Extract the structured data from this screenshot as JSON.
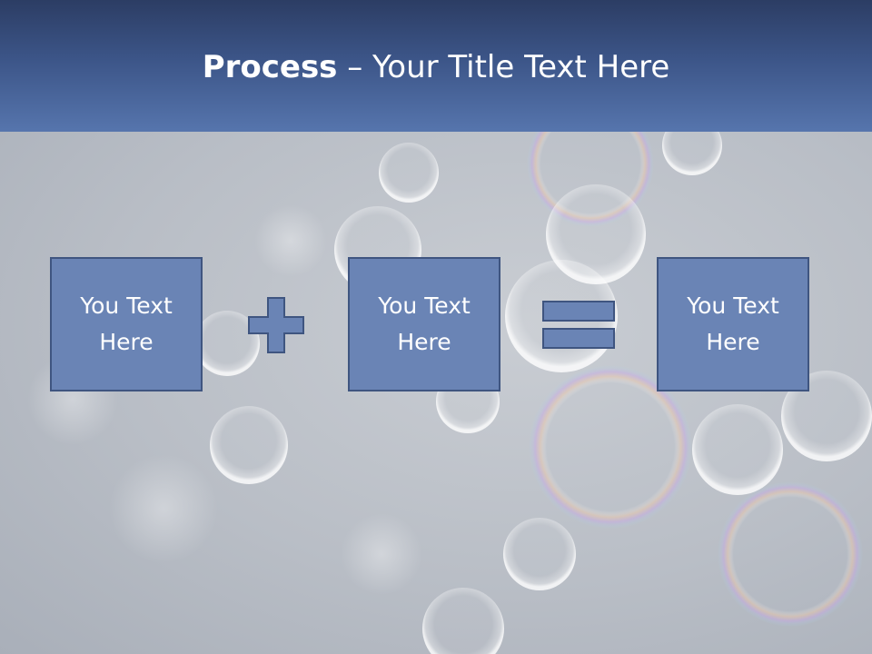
{
  "slide": {
    "title_bold": "Process",
    "title_rest": " – Your Title Text Here",
    "boxes": [
      {
        "text": "You Text\nHere"
      },
      {
        "text": "You Text\nHere"
      },
      {
        "text": "You Text\nHere"
      }
    ],
    "operators": [
      "plus-icon",
      "equals-icon"
    ],
    "colors": {
      "header_top": "#2c3d64",
      "header_bottom": "#5675ad",
      "box_fill": "#6a84b5",
      "box_border": "#3f5580"
    }
  }
}
